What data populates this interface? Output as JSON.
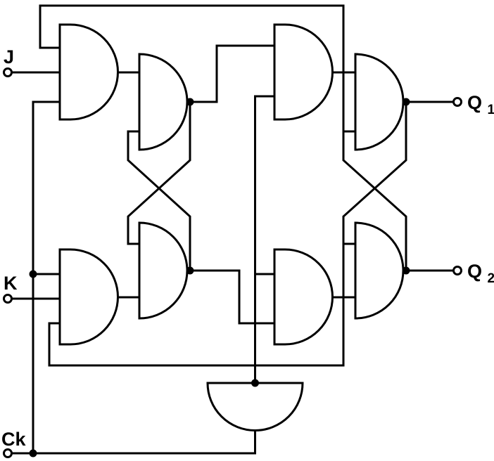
{
  "title": "JK master-slave flip-flop logic circuit diagram",
  "colors": {
    "line": "#000000",
    "background": "#ffffff"
  },
  "labels": {
    "j": "J",
    "k": "K",
    "ck": "Ck",
    "q1_base": "Q",
    "q1_sub": "1",
    "q2_base": "Q",
    "q2_sub": "2"
  },
  "components": {
    "inputs": [
      "J",
      "K",
      "Ck"
    ],
    "outputs": [
      "Q1",
      "Q2"
    ],
    "gates": [
      "j-input-and-gate",
      "master-latch-gate-top",
      "slave-input-and-gate-top",
      "output-latch-gate-q1",
      "k-input-and-gate",
      "master-latch-gate-bottom",
      "slave-input-and-gate-bottom",
      "output-latch-gate-q2",
      "clock-inverter-gate"
    ]
  }
}
